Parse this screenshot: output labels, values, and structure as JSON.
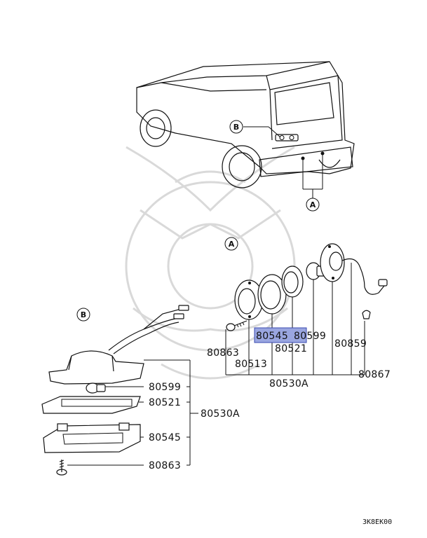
{
  "diagram": {
    "callouts": {
      "a_car": "A",
      "b_car": "B",
      "a_section": "A",
      "b_section": "B"
    },
    "section_a": {
      "labels": {
        "p80863": "80863",
        "p80513": "80513",
        "p80545": "80545",
        "p80599": "80599",
        "p80521": "80521",
        "p80859": "80859",
        "p80867": "80867",
        "p80530A": "80530A"
      },
      "highlight_color": "#9aa6e0",
      "highlighted_part": "80545"
    },
    "section_b": {
      "labels": {
        "p80599": "80599",
        "p80521": "80521",
        "p80545": "80545",
        "p80863": "80863",
        "p80530A": "80530A"
      }
    },
    "diagram_code": "3K8EK00"
  }
}
